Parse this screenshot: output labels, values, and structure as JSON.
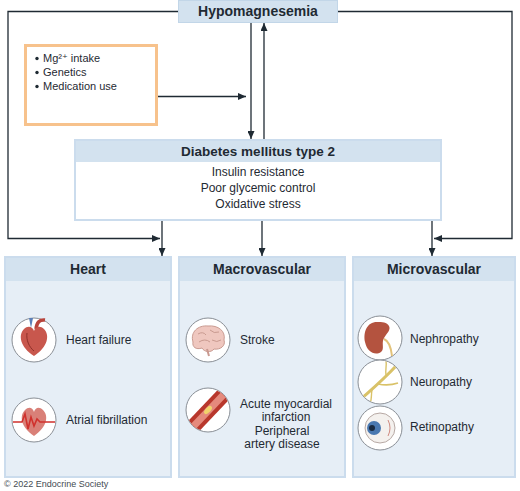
{
  "diagram": {
    "nodes": [
      {
        "text": [
          "Hypomagnesemia"
        ]
      },
      {
        "text": [
          "Mg²⁺ intake",
          "Genetics",
          "Medication use"
        ]
      },
      {
        "text": [
          "Diabetes mellitus type 2",
          "Insulin resistance",
          "Poor glycemic control",
          "Oxidative stress"
        ]
      },
      {
        "text": [
          "Heart",
          "Heart failure",
          "Atrial fibrillation"
        ]
      },
      {
        "text": [
          "Macrovascular",
          "Stroke",
          "Acute myocardial infarction",
          "Peripheral artery disease"
        ]
      },
      {
        "text": [
          "Microvascular",
          "Nephropathy",
          "Neuropathy",
          "Retinopathy"
        ]
      }
    ],
    "edges": [
      {
        "from": 0,
        "to": 2,
        "arrow": "to"
      },
      {
        "from": 2,
        "to": 0,
        "arrow": "to"
      },
      {
        "from": 2,
        "to": 3,
        "arrow": "to"
      },
      {
        "from": 2,
        "to": 4,
        "arrow": "to"
      },
      {
        "from": 2,
        "to": 5,
        "arrow": "to"
      },
      {
        "from": 0,
        "to": 3,
        "arrow": "to"
      },
      {
        "from": 0,
        "to": 5,
        "arrow": "to"
      },
      {
        "from": 1,
        "to": 2,
        "arrow": "to"
      }
    ],
    "labels": [
      "© 2022 Endocrine Society"
    ]
  }
}
